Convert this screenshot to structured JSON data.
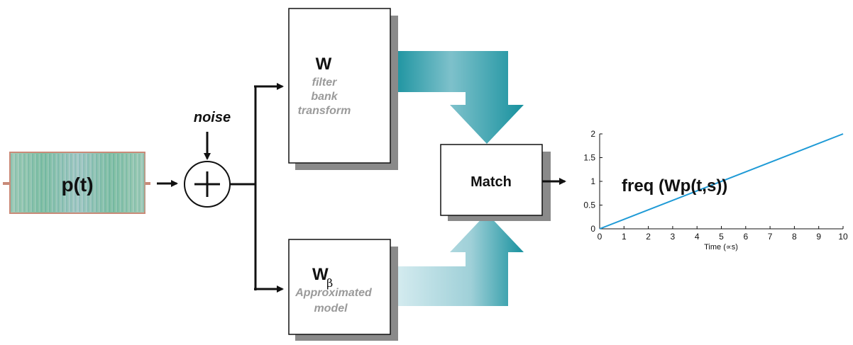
{
  "signal": {
    "label": "p(t)"
  },
  "noise": {
    "label": "noise"
  },
  "summer": {
    "symbol": "+"
  },
  "filter_block": {
    "title": "W",
    "line1": "filter",
    "line2": "bank",
    "line3": "transform"
  },
  "model_block": {
    "title": "W",
    "subscript": "β",
    "line1": "Approximated",
    "line2": "model"
  },
  "match_block": {
    "label": "Match"
  },
  "chart_data": {
    "type": "line",
    "title": "freq (Wp(t,s))",
    "xlabel": "Time (∝s)",
    "ylabel": "",
    "xlim": [
      0,
      10
    ],
    "ylim": [
      0,
      2
    ],
    "x_ticks": [
      0,
      1,
      2,
      3,
      4,
      5,
      6,
      7,
      8,
      9,
      10
    ],
    "y_ticks": [
      0,
      0.5,
      1,
      1.5,
      2
    ],
    "series": [
      {
        "x": [
          0,
          10
        ],
        "y": [
          0,
          2
        ],
        "color": "#1e9ad6"
      }
    ]
  },
  "colors": {
    "arrow_teal_dark": "#17919e",
    "arrow_teal_light": "#d8edf1",
    "shadow": "#8a8a8a",
    "signal_border": "#c98a78",
    "grey_text": "#9a9a9a"
  }
}
